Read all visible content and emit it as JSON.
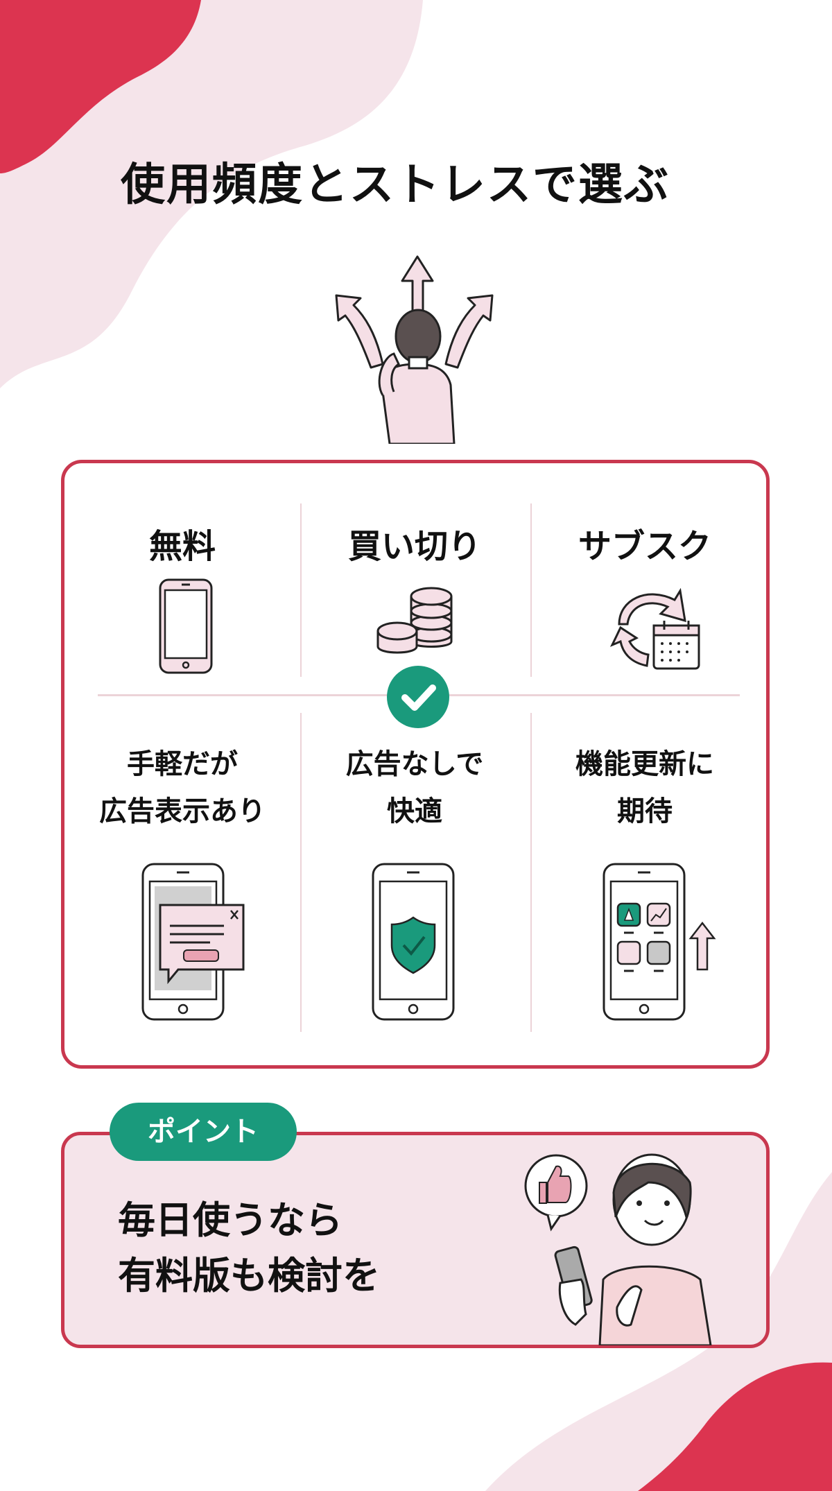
{
  "title": "使用頻度とストレスで選ぶ",
  "colors": {
    "accent_red": "#dc3450",
    "light_pink": "#f5e4ea",
    "border_red": "#c9384f",
    "green": "#1a9a7c"
  },
  "comparison": {
    "columns": [
      {
        "heading": "無料",
        "icon": "smartphone-icon",
        "description_lines": [
          "手軽だが",
          "広告表示あり"
        ],
        "illustration": "phone-with-ad-popup-icon"
      },
      {
        "heading": "買い切り",
        "icon": "coins-icon",
        "description_lines": [
          "広告なしで",
          "快適"
        ],
        "illustration": "phone-with-shield-icon",
        "recommended": true
      },
      {
        "heading": "サブスク",
        "icon": "recurring-calendar-icon",
        "description_lines": [
          "機能更新に",
          "期待"
        ],
        "illustration": "phone-with-apps-upgrade-icon"
      }
    ],
    "badge_icon": "check-circle-icon"
  },
  "point": {
    "tag": "ポイント",
    "lines": [
      "毎日使うなら",
      "有料版も検討を"
    ],
    "illustration": "person-thumbs-up-icon"
  }
}
